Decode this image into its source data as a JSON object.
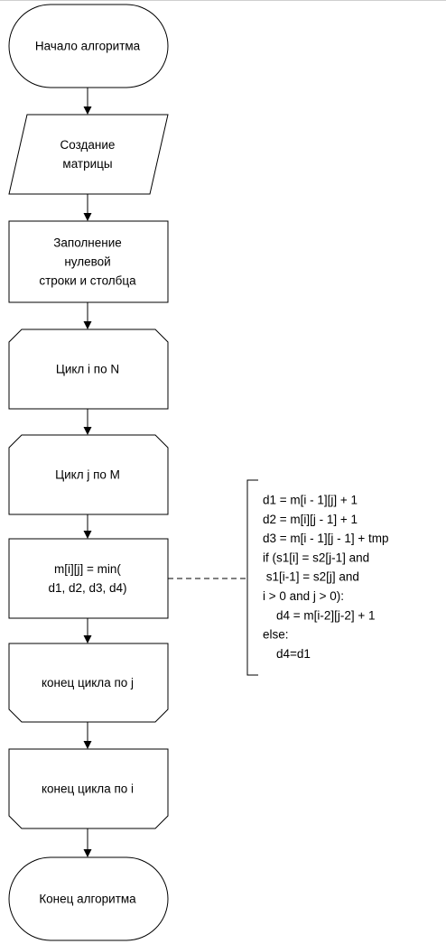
{
  "flowchart": {
    "nodes": [
      {
        "id": "start",
        "shape": "terminator",
        "lines": [
          "Начало алгоритма"
        ]
      },
      {
        "id": "create",
        "shape": "parallelogram",
        "lines": [
          "Создание",
          "матрицы"
        ]
      },
      {
        "id": "fill",
        "shape": "process",
        "lines": [
          "Заполнение",
          "нулевой",
          "строки и столбца"
        ]
      },
      {
        "id": "loop-i",
        "shape": "loop-start",
        "lines": [
          "Цикл i по N"
        ]
      },
      {
        "id": "loop-j",
        "shape": "loop-start",
        "lines": [
          "Цикл j по M"
        ]
      },
      {
        "id": "assign",
        "shape": "process",
        "lines": [
          "m[i][j] = min(",
          "d1, d2, d3, d4)"
        ]
      },
      {
        "id": "end-j",
        "shape": "loop-end",
        "lines": [
          "конец цикла по j"
        ]
      },
      {
        "id": "end-i",
        "shape": "loop-end",
        "lines": [
          "конец цикла по i"
        ]
      },
      {
        "id": "end",
        "shape": "terminator",
        "lines": [
          "Конец алгоритма"
        ]
      }
    ],
    "edges": [
      {
        "from": "start",
        "to": "create"
      },
      {
        "from": "create",
        "to": "fill"
      },
      {
        "from": "fill",
        "to": "loop-i"
      },
      {
        "from": "loop-i",
        "to": "loop-j"
      },
      {
        "from": "loop-j",
        "to": "assign"
      },
      {
        "from": "assign",
        "to": "end-j"
      },
      {
        "from": "end-j",
        "to": "end-i"
      },
      {
        "from": "end-i",
        "to": "end"
      }
    ],
    "annotation": {
      "attached_to": "assign",
      "lines": [
        "d1 = m[i - 1][j] + 1",
        "d2 = m[i][j - 1] + 1",
        "d3 = m[i - 1][j - 1] + tmp",
        "if (s1[i] = s2[j-1] and",
        " s1[i-1] = s2[j] and",
        "i > 0 and j > 0):",
        "    d4 = m[i-2][j-2] + 1",
        "else:",
        "    d4=d1"
      ]
    }
  }
}
